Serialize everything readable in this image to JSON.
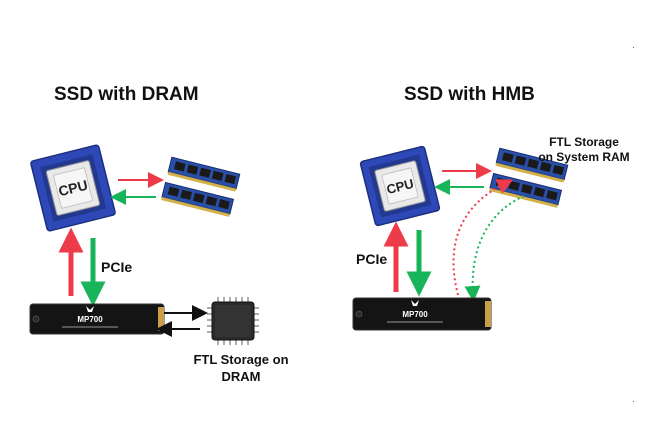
{
  "left": {
    "title": "SSD with DRAM",
    "cpu_label": "CPU",
    "bus_label": "PCIe",
    "ssd_label": "MP700",
    "ftl_line1": "FTL Storage on",
    "ftl_line2": "DRAM"
  },
  "right": {
    "title": "SSD with HMB",
    "cpu_label": "CPU",
    "bus_label": "PCIe",
    "ssd_label": "MP700",
    "ftl_line1": "FTL Storage",
    "ftl_line2": "on System RAM"
  },
  "colors": {
    "arrow_red": "#ee3b4a",
    "arrow_green": "#18b45a",
    "arrow_black": "#111111",
    "cpu_blue": "#2f48b8",
    "ram_blue": "#2a4fa8",
    "ssd_body": "#141414",
    "ssd_gold": "#c9a04a"
  },
  "icons": [
    "cpu-chip-icon",
    "ram-module-icon",
    "dram-chip-icon",
    "ssd-drive-icon",
    "corsair-logo-icon"
  ]
}
